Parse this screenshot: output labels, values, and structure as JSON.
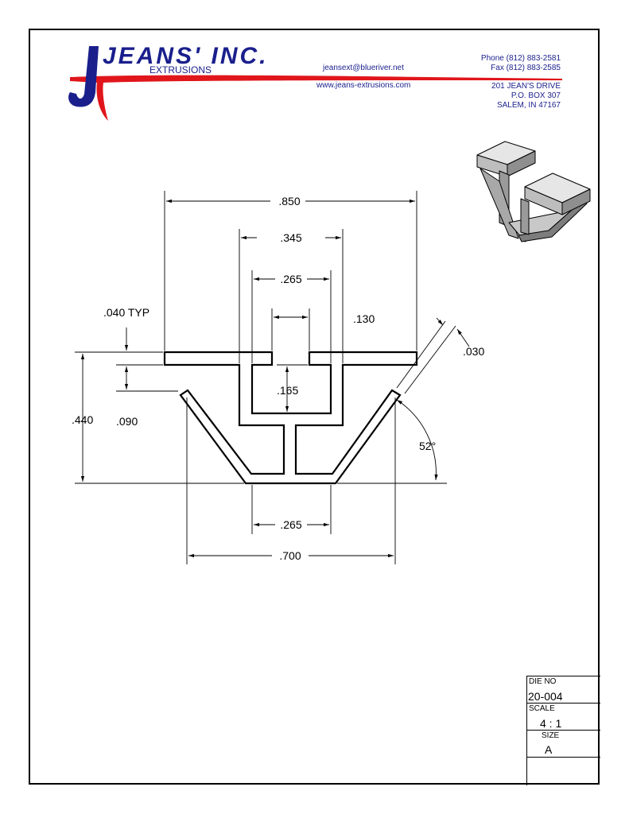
{
  "header": {
    "logo_text": "JEANS' INC.",
    "logo_sub": "EXTRUSIONS",
    "email": "jeansext@blueriver.net",
    "website": "www.jeans-extrusions.com",
    "phone": "Phone (812) 883-2581",
    "fax": "Fax (812) 883-2585",
    "address_line1": "201 JEAN'S DRIVE",
    "address_line2": "P.O. BOX 307",
    "address_line3": "SALEM, IN 47167",
    "colors": {
      "blue": "#1a1f8c",
      "red": "#e0161b"
    }
  },
  "dimensions": {
    "overall_width": ".850",
    "inner_top": ".345",
    "slot_width": ".265",
    "gap": ".130",
    "wall_typ": ".040 TYP",
    "slot_depth": ".165",
    "total_height": ".440",
    "flange_offset": ".090",
    "arm_thickness": ".030",
    "angle": "52°",
    "bottom_width": ".265",
    "base_span": ".700"
  },
  "title_block": {
    "die_no_label": "DIE NO",
    "die_no": "20-004",
    "scale_label": "SCALE",
    "scale": "4 : 1",
    "size_label": "SIZE",
    "size": "A"
  }
}
